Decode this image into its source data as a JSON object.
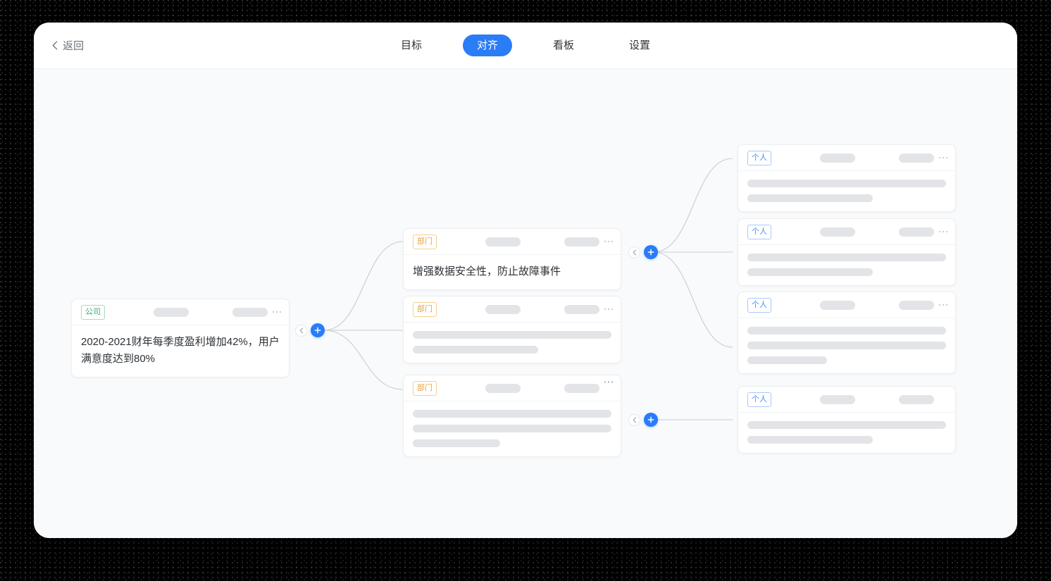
{
  "window": {
    "back_label": "返回",
    "back_icon": "chevron-left-icon"
  },
  "nav": {
    "tabs": [
      {
        "label": "目标",
        "active": false
      },
      {
        "label": "对齐",
        "active": true
      },
      {
        "label": "看板",
        "active": false
      },
      {
        "label": "设置",
        "active": false
      }
    ]
  },
  "colors": {
    "accent": "#2a7cf7",
    "canvas": "#f8fafc",
    "badge_company": "#3aab73",
    "badge_department": "#e8a33d",
    "badge_personal": "#4a90f7",
    "skeleton": "#e2e4e7"
  },
  "nodes": {
    "company_node": {
      "collapse_icon": "chevron-left-icon",
      "add_icon": "plus-icon"
    },
    "department_node_top": {
      "collapse_icon": "chevron-left-icon",
      "add_icon": "plus-icon"
    },
    "department_node_bottom": {
      "collapse_icon": "chevron-left-icon",
      "add_icon": "plus-icon"
    }
  },
  "cards": {
    "company": {
      "badge": "公司",
      "text": "2020-2021财年每季度盈利增加42%，用户满意度达到80%",
      "menu_icon": "more-horizontal-icon"
    },
    "departments": [
      {
        "badge": "部门",
        "text": "增强数据安全性，防止故障事件",
        "bars": [],
        "menu_icon": "more-horizontal-icon"
      },
      {
        "badge": "部门",
        "text": "",
        "bars": [
          100,
          63
        ],
        "menu_icon": "more-horizontal-icon"
      },
      {
        "badge": "部门",
        "text": "",
        "bars": [
          100,
          100,
          44
        ],
        "menu_icon": "more-horizontal-icon"
      }
    ],
    "personals": [
      {
        "badge": "个人",
        "bars": [
          100,
          63
        ],
        "menu_icon": "more-horizontal-icon",
        "has_menu": true
      },
      {
        "badge": "个人",
        "bars": [
          100,
          63
        ],
        "menu_icon": "more-horizontal-icon",
        "has_menu": true
      },
      {
        "badge": "个人",
        "bars": [
          100,
          100,
          40
        ],
        "menu_icon": "more-horizontal-icon",
        "has_menu": true
      },
      {
        "badge": "个人",
        "bars": [
          100,
          63
        ],
        "menu_icon": "",
        "has_menu": false
      }
    ]
  }
}
